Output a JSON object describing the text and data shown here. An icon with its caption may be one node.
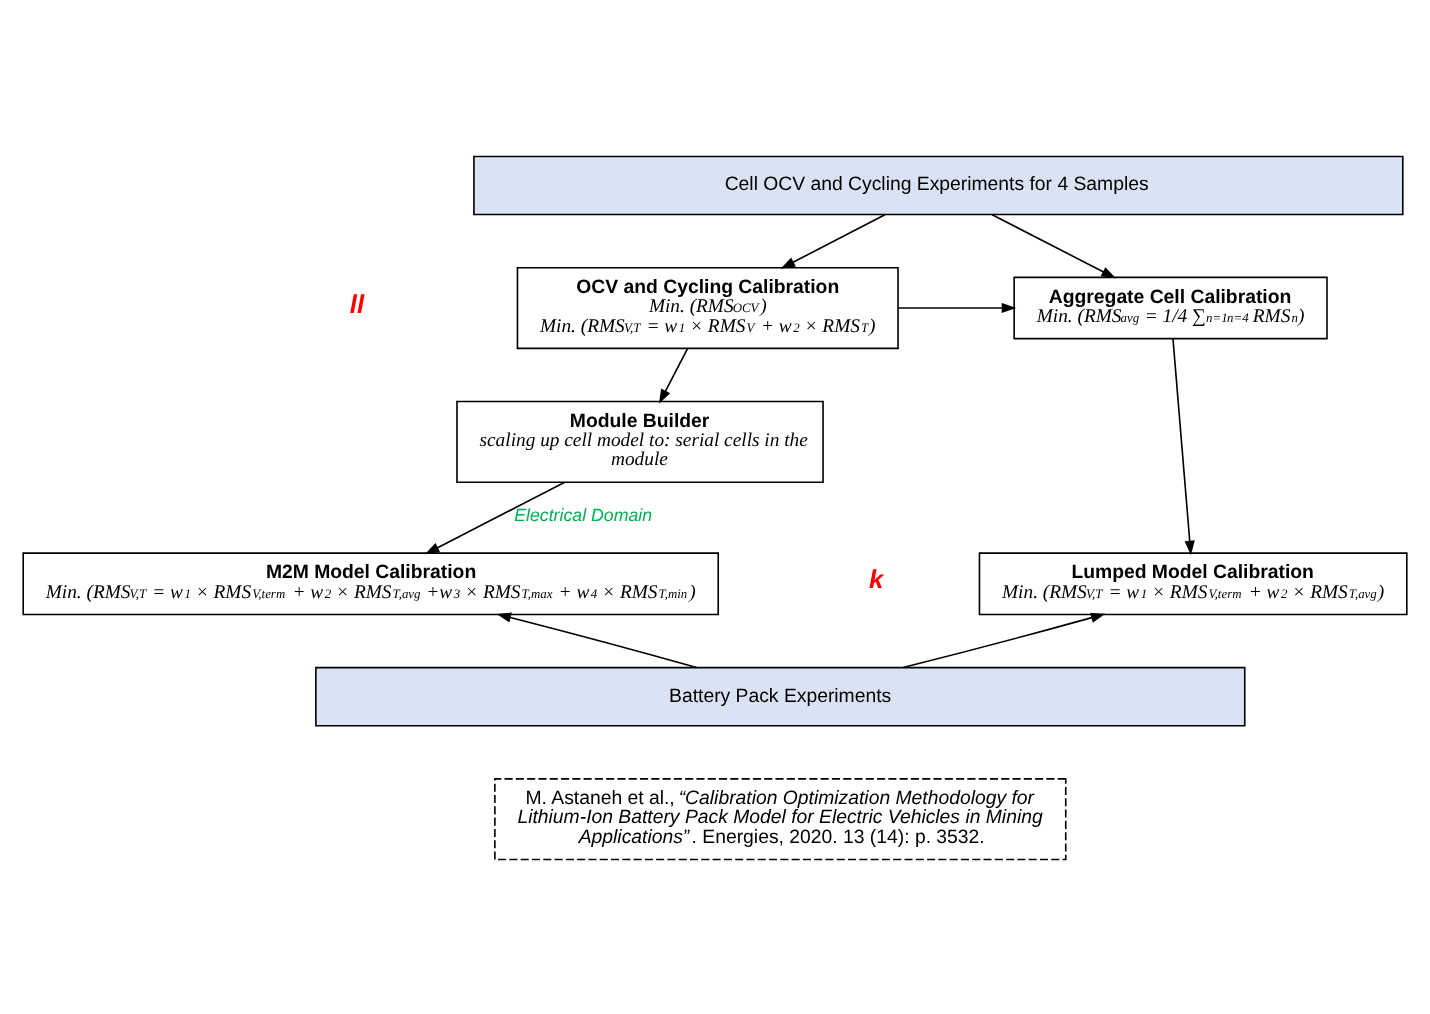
{
  "diagram": {
    "nodes": [
      {
        "text": [
          "Cell OCV and Cycling Experiments for 4 Samples"
        ]
      },
      {
        "text": [
          "OCV and Cycling Calibration",
          "Min. (RMS$_{OCV}$)",
          "Min. (RMS$_{V,T}$ = w$_{1}$ × RMS$_{V}$ + w$_{2}$ × RMS$_{T}$)"
        ]
      },
      {
        "text": [
          "Aggregate Cell Calibration",
          "Min. (RMS$_{avg}$ = 1/4 ∑$_{n=1}$$^{n=4}$ RMS$_{n}$)"
        ]
      },
      {
        "text": [
          "Module Builder",
          "scaling up cell model to: serial cells in the module"
        ]
      },
      {
        "text": [
          "M2M Model Calibration",
          "Min. (RMS$_{V,T}$ = w$_{1}$ × RMS$_{V,term}$ + w$_{2}$ × RMS$_{T,avg}$ +w$_{3}$ × RMS$_{T,max}$ + w$_{4}$ × RMS$_{T,min}$)"
        ]
      },
      {
        "text": [
          "Lumped Model Calibration",
          "Min. (RMS$_{V,T}$ = w$_{1}$ × RMS$_{V,term}$ + w$_{2}$ × RMS$_{T,avg}$)"
        ]
      },
      {
        "text": [
          "Battery Pack Experiments"
        ]
      },
      {
        "text": [
          "M. Astaneh et al., *“Calibration Optimization Methodology for Lithium-Ion Battery Pack Model for Electric Vehicles in Mining Applications”*. Energies, 2020. 13 (14): p. 3532."
        ]
      }
    ],
    "edges": [
      {
        "from": 0,
        "to": 1,
        "arrow": "to"
      },
      {
        "from": 0,
        "to": 2,
        "arrow": "to"
      },
      {
        "from": 1,
        "to": 2,
        "arrow": "to"
      },
      {
        "from": 1,
        "to": 3,
        "arrow": "to"
      },
      {
        "from": 3,
        "to": 4,
        "arrow": "to",
        "label": "Electrical Domain"
      },
      {
        "from": 2,
        "to": 5,
        "arrow": "to"
      },
      {
        "from": 6,
        "to": 4,
        "arrow": "to"
      },
      {
        "from": 6,
        "to": 5,
        "arrow": "to"
      }
    ],
    "labels": [
      "ll",
      "k"
    ]
  }
}
